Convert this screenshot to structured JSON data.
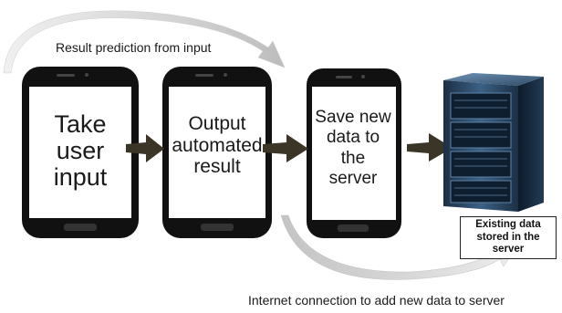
{
  "captions": {
    "top": "Result prediction from input",
    "bottom": "Internet connection to add new data to server"
  },
  "phones": [
    {
      "lines": [
        "Take",
        "user",
        "input"
      ]
    },
    {
      "lines": [
        "Output",
        "automated",
        "result"
      ]
    },
    {
      "lines": [
        "Save new",
        "data to",
        "the",
        "server"
      ]
    }
  ],
  "server": {
    "label_lines": [
      "Existing data",
      "stored in the",
      "server"
    ]
  },
  "colors": {
    "phone_body": "#111111",
    "screen": "#ffffff",
    "arrow": "#3b3528",
    "curve_arrow": "#c9c9c9"
  }
}
